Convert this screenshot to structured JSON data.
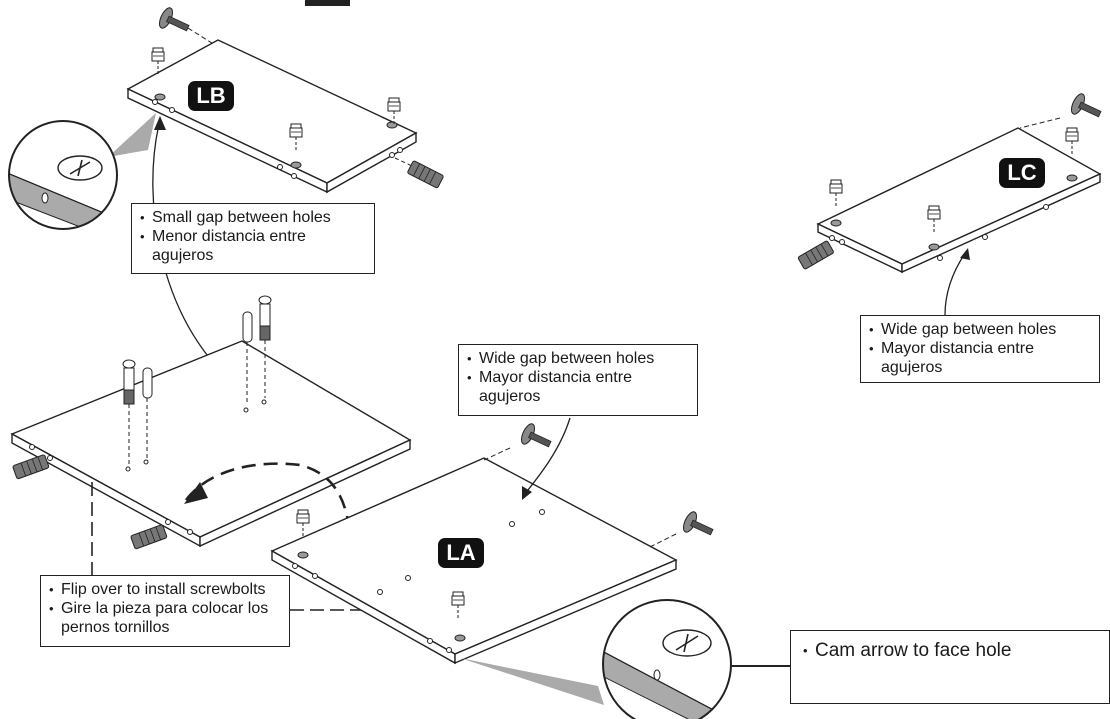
{
  "panels": {
    "lb": "LB",
    "lc": "LC",
    "la": "LA"
  },
  "callouts": {
    "small_gap": [
      "Small gap between holes",
      "Menor distancia entre agujeros"
    ],
    "wide_gap_lc": [
      "Wide gap between holes",
      "Mayor distancia entre agujeros"
    ],
    "wide_gap_la": [
      "Wide gap between holes",
      "Mayor distancia entre agujeros"
    ],
    "flip_over": [
      "Flip over to install screwbolts",
      "Gire la pieza para colocar los pernos tornillos"
    ],
    "cam_arrow": [
      "Cam arrow to face hole"
    ]
  }
}
